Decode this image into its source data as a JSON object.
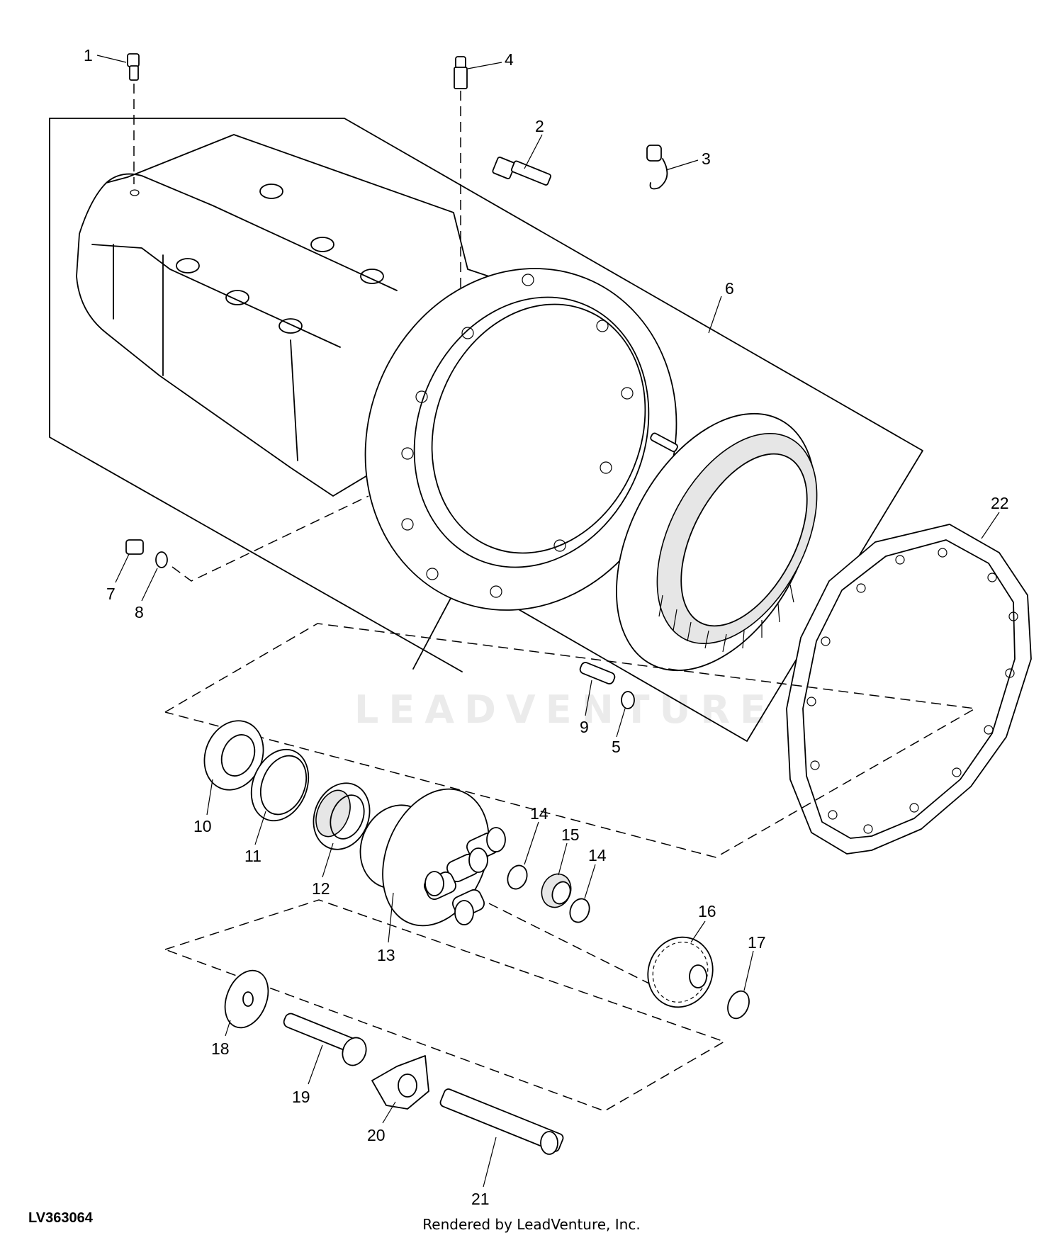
{
  "figure": {
    "id": "LV363064",
    "credit": "Rendered by LeadVenture, Inc.",
    "watermark": "LEADVENTURE"
  },
  "callouts": [
    {
      "key": "c1",
      "label": "1"
    },
    {
      "key": "c2",
      "label": "2"
    },
    {
      "key": "c3",
      "label": "3"
    },
    {
      "key": "c4",
      "label": "4"
    },
    {
      "key": "c5",
      "label": "5"
    },
    {
      "key": "c6",
      "label": "6"
    },
    {
      "key": "c7",
      "label": "7"
    },
    {
      "key": "c8",
      "label": "8"
    },
    {
      "key": "c9",
      "label": "9"
    },
    {
      "key": "c10",
      "label": "10"
    },
    {
      "key": "c11",
      "label": "11"
    },
    {
      "key": "c12",
      "label": "12"
    },
    {
      "key": "c13",
      "label": "13"
    },
    {
      "key": "c14a",
      "label": "14"
    },
    {
      "key": "c14b",
      "label": "14"
    },
    {
      "key": "c15",
      "label": "15"
    },
    {
      "key": "c16",
      "label": "16"
    },
    {
      "key": "c17",
      "label": "17"
    },
    {
      "key": "c18",
      "label": "18"
    },
    {
      "key": "c19",
      "label": "19"
    },
    {
      "key": "c20",
      "label": "20"
    },
    {
      "key": "c21",
      "label": "21"
    },
    {
      "key": "c22",
      "label": "22"
    }
  ],
  "colors": {
    "line": "#000000",
    "background": "#ffffff"
  }
}
